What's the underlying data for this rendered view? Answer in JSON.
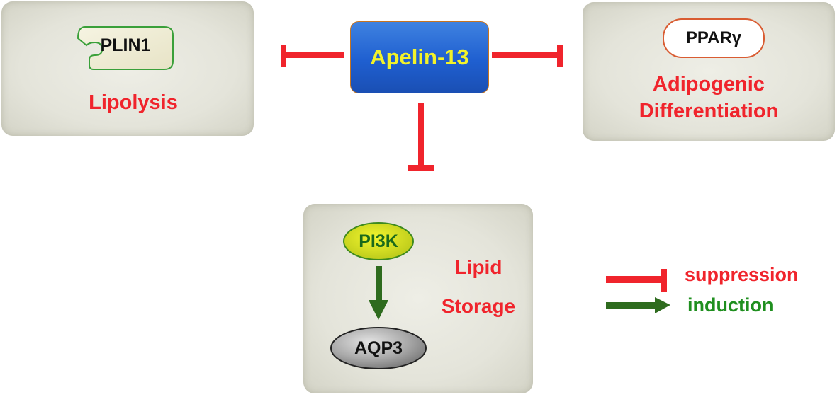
{
  "center_node": {
    "label": "Apelin-13"
  },
  "lipolysis": {
    "marker": "PLIN1",
    "title": "Lipolysis"
  },
  "adipogenic": {
    "marker": "PPARγ",
    "title_line1": "Adipogenic",
    "title_line2": "Differentiation"
  },
  "lipid_storage": {
    "upstream": "PI3K",
    "downstream": "AQP3",
    "title_line1": "Lipid",
    "title_line2": "Storage"
  },
  "legend": {
    "suppression": "suppression",
    "induction": "induction"
  },
  "colors": {
    "inhibit": "#f0242c",
    "activate": "#2e6b1e",
    "center_fill": "#1f5fd0",
    "center_text": "#f2f22a",
    "pi3k_fill": "#d6e01e"
  }
}
